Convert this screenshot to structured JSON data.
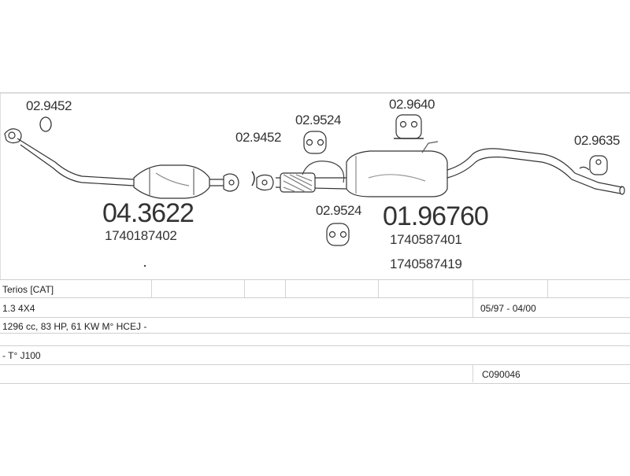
{
  "diagram": {
    "parts": {
      "gasket_left_top": "02.9452",
      "gasket_middle": "02.9452",
      "hanger_upper": "02.9524",
      "hanger_lower": "02.9524",
      "mount_top": "02.9640",
      "hanger_right": "02.9635",
      "catalytic_converter": {
        "number": "04.3622",
        "ref": "1740187402"
      },
      "silencer": {
        "number": "01.96760",
        "refs": [
          "1740587401",
          "1740587419"
        ]
      }
    }
  },
  "table": {
    "model": "Terios  [CAT]",
    "engine": "1.3 4X4",
    "years": "05/97 - 04/00",
    "spec": "1296 cc, 83 HP, 61 KW M° HCEJ -",
    "type": "- T° J100",
    "code": "C090046"
  }
}
